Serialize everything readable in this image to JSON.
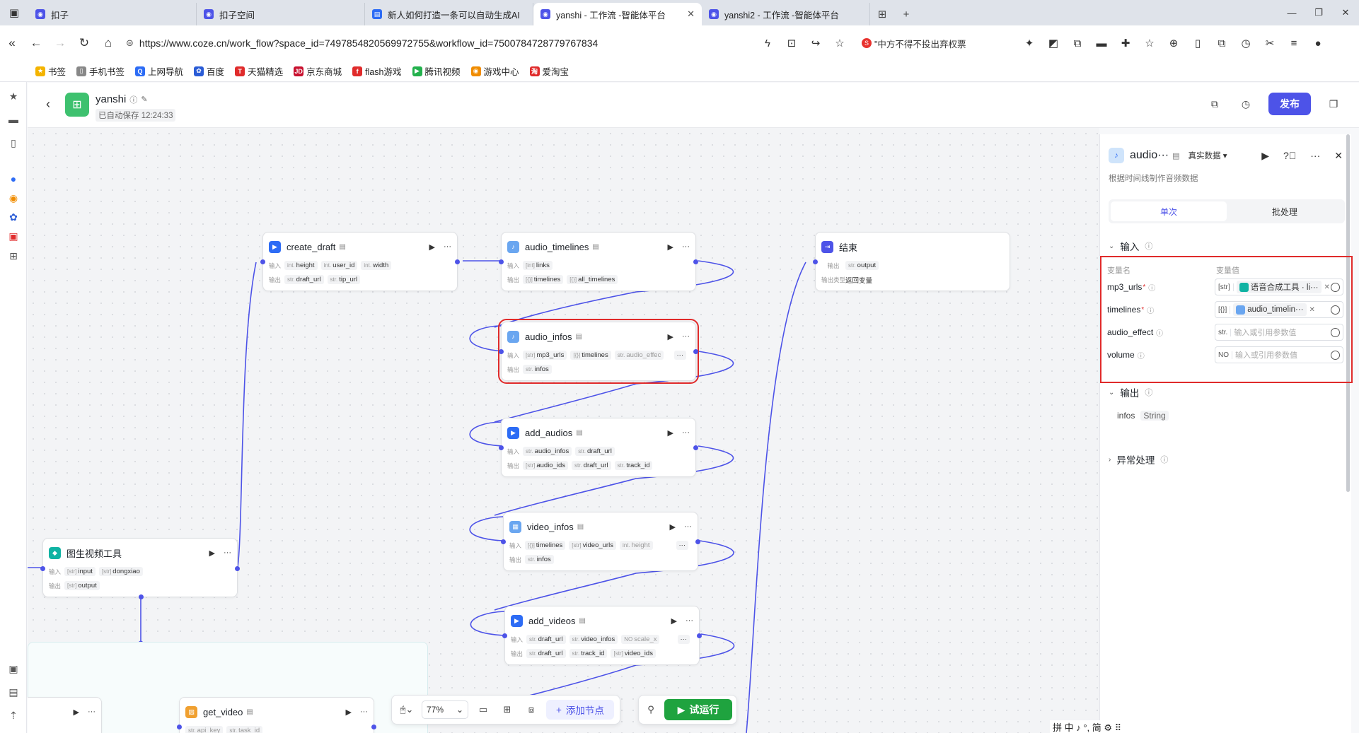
{
  "browser": {
    "tabs": [
      {
        "label": "扣子",
        "active": false
      },
      {
        "label": "扣子空间",
        "active": false
      },
      {
        "label": "新人如何打造一条可以自动生成AI",
        "active": false
      },
      {
        "label": "yanshi - 工作流 -智能体平台",
        "active": true
      },
      {
        "label": "yanshi2 - 工作流 -智能体平台",
        "active": false
      }
    ],
    "url": "https://www.coze.cn/work_flow?space_id=7497854820569972755&workflow_id=7500784728779767834",
    "search_hint": "\"中方不得不投出弃权票",
    "bookmarks": [
      "书签",
      "手机书签",
      "上网导航",
      "百度",
      "天猫精选",
      "京东商城",
      "flash游戏",
      "腾讯视频",
      "游戏中心",
      "爱淘宝"
    ]
  },
  "app": {
    "name": "yanshi",
    "autosave": "已自动保存 12:24:33",
    "publish_label": "发布"
  },
  "nodes": {
    "tuvideo": {
      "title": "图生视频工具",
      "in_label": "输入",
      "out_label": "输出",
      "inputs": [
        {
          "t": "[str]",
          "n": "input"
        },
        {
          "t": "[str]",
          "n": "dongxiao"
        }
      ],
      "outputs": [
        {
          "t": "[str]",
          "n": "output"
        }
      ]
    },
    "create_draft": {
      "title": "create_draft",
      "in_label": "输入",
      "out_label": "输出",
      "inputs": [
        {
          "t": "int.",
          "n": "height"
        },
        {
          "t": "int.",
          "n": "user_id"
        },
        {
          "t": "int.",
          "n": "width"
        }
      ],
      "outputs": [
        {
          "t": "str.",
          "n": "draft_url"
        },
        {
          "t": "str.",
          "n": "tip_url"
        }
      ]
    },
    "audio_timelines": {
      "title": "audio_timelines",
      "in_label": "输入",
      "out_label": "输出",
      "inputs": [
        {
          "t": "[int]",
          "n": "links"
        }
      ],
      "outputs": [
        {
          "t": "[{}]",
          "n": "timelines"
        },
        {
          "t": "[{}]",
          "n": "all_timelines"
        }
      ]
    },
    "audio_infos": {
      "title": "audio_infos",
      "in_label": "输入",
      "out_label": "输出",
      "inputs": [
        {
          "t": "[str]",
          "n": "mp3_urls"
        },
        {
          "t": "[{}]",
          "n": "timelines"
        },
        {
          "t": "str.",
          "n": "audio_effec"
        }
      ],
      "more": "···",
      "outputs": [
        {
          "t": "str.",
          "n": "infos"
        }
      ]
    },
    "add_audios": {
      "title": "add_audios",
      "in_label": "输入",
      "out_label": "输出",
      "inputs": [
        {
          "t": "str.",
          "n": "audio_infos"
        },
        {
          "t": "str.",
          "n": "draft_url"
        }
      ],
      "outputs": [
        {
          "t": "[str]",
          "n": "audio_ids"
        },
        {
          "t": "str.",
          "n": "draft_url"
        },
        {
          "t": "str.",
          "n": "track_id"
        }
      ]
    },
    "video_infos": {
      "title": "video_infos",
      "in_label": "输入",
      "out_label": "输出",
      "inputs": [
        {
          "t": "[{}]",
          "n": "timelines"
        },
        {
          "t": "[str]",
          "n": "video_urls"
        },
        {
          "t": "int.",
          "n": "height"
        }
      ],
      "more": "···",
      "outputs": [
        {
          "t": "str.",
          "n": "infos"
        }
      ]
    },
    "add_videos": {
      "title": "add_videos",
      "in_label": "输入",
      "out_label": "输出",
      "inputs": [
        {
          "t": "str.",
          "n": "draft_url"
        },
        {
          "t": "str.",
          "n": "video_infos"
        },
        {
          "t": "NO",
          "n": "scale_x"
        }
      ],
      "more": "···",
      "outputs": [
        {
          "t": "str.",
          "n": "draft_url"
        },
        {
          "t": "str.",
          "n": "track_id"
        },
        {
          "t": "[str]",
          "n": "video_ids"
        }
      ]
    },
    "end": {
      "title": "结束",
      "out_label": "输出",
      "mode_label": "输出类型",
      "outputs": [
        {
          "t": "str.",
          "n": "output"
        }
      ],
      "mode_value": "返回变量"
    },
    "get_video": {
      "title": "get_video",
      "inputs": [
        {
          "t": "str.",
          "n": "api_key"
        },
        {
          "t": "str.",
          "n": "task_id"
        }
      ]
    }
  },
  "toolbar": {
    "zoom": "77%",
    "add_node": "添加节点",
    "trial_run": "试运行"
  },
  "panel": {
    "title": "audio···",
    "mode": "真实数据",
    "description": "根据时间线制作音频数据",
    "tabs": [
      "单次",
      "批处理"
    ],
    "input_section": "输入",
    "col_name": "变量名",
    "col_value": "变量值",
    "params": [
      {
        "name": "mp3_urls",
        "required": true,
        "type": "[str]",
        "chip": "语音合成工具 · li···",
        "chip_color": "teal"
      },
      {
        "name": "timelines",
        "required": true,
        "type": "[{}]",
        "chip": "audio_timelin···",
        "chip_color": "blue"
      },
      {
        "name": "audio_effect",
        "required": false,
        "type": "str.",
        "placeholder": "输入或引用参数值"
      },
      {
        "name": "volume",
        "required": false,
        "type": "NO",
        "placeholder": "输入或引用参数值"
      }
    ],
    "output_section": "输出",
    "output": {
      "name": "infos",
      "type": "String"
    },
    "error_section": "异常处理"
  },
  "ime": "拼 中 ♪ °, 简 ⚙ ⠿"
}
